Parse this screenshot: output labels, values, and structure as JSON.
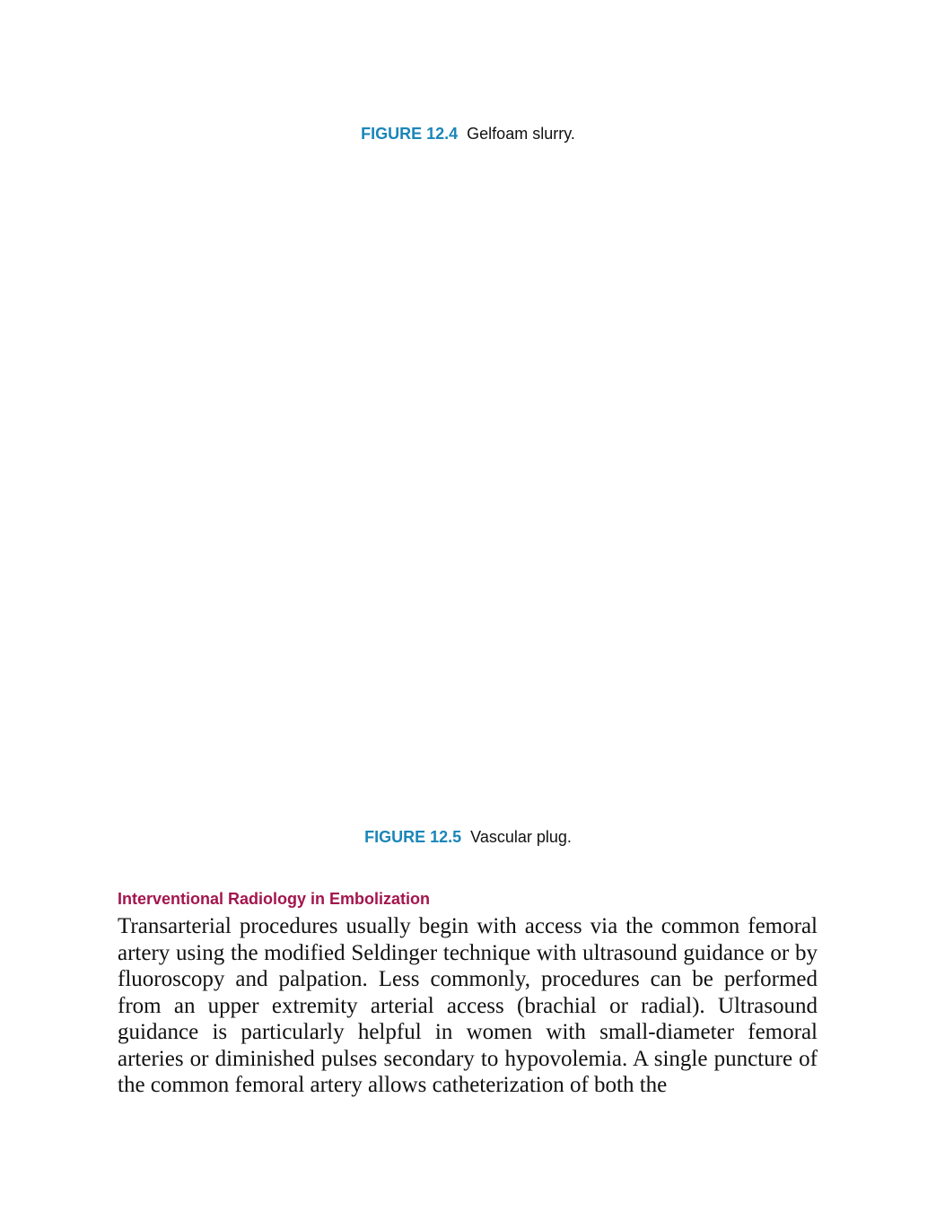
{
  "figures": [
    {
      "label": "FIGURE 12.4",
      "caption": "Gelfoam slurry."
    },
    {
      "label": "FIGURE 12.5",
      "caption": "Vascular plug."
    }
  ],
  "section": {
    "heading": "Interventional Radiology in Embolization",
    "paragraph": "Transarterial procedures usually begin with access via the common femoral artery using the modified Seldinger technique with ultrasound guidance or by fluoroscopy and palpation. Less commonly, procedures can be performed from an upper extremity arterial access (brachial or radial). Ultrasound guidance is particularly helpful in women with small-diameter femoral arteries or diminished pulses secondary to hypovolemia. A single puncture of the common femoral artery allows catheterization of both the"
  },
  "colors": {
    "figure_label": "#1a86b8",
    "section_heading": "#a3154d",
    "body_text": "#111111"
  }
}
